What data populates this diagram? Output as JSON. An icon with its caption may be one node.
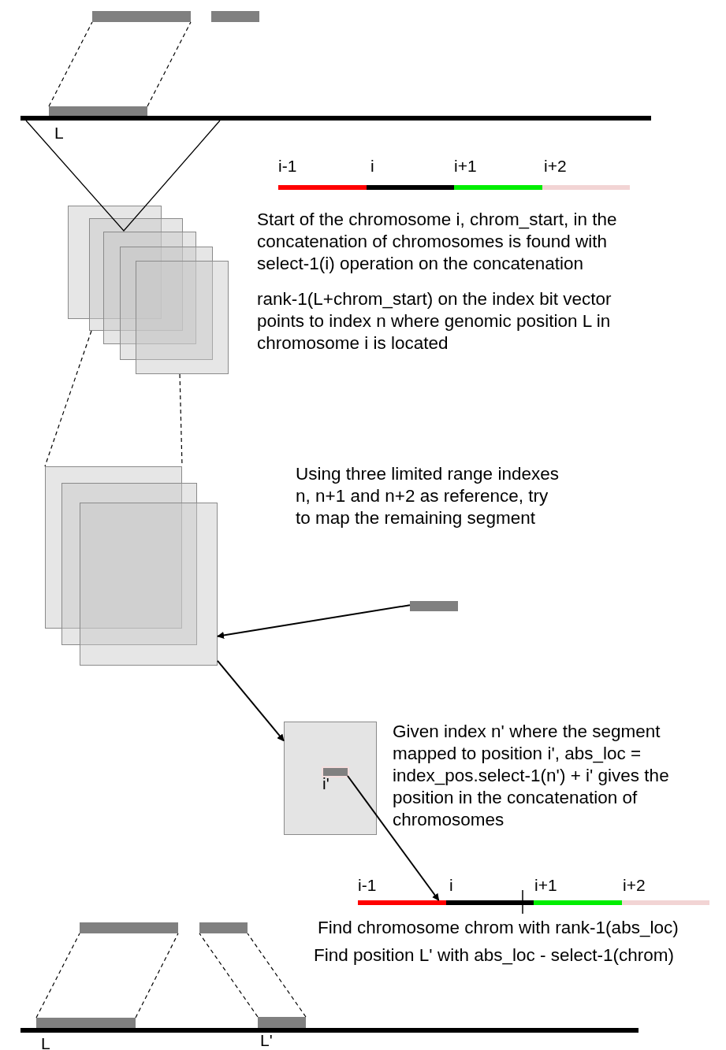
{
  "diagram": {
    "nodes": [
      {
        "text": [],
        "shape": "bar"
      },
      {
        "text": [],
        "shape": "bar"
      },
      {
        "text": [],
        "shape": "bar",
        "beside": [
          "L"
        ]
      },
      {
        "text": [],
        "shape": "bar",
        "beside": [
          "i-1",
          "i",
          "i+1",
          "i+2"
        ]
      },
      {
        "text": [],
        "shape": "box"
      },
      {
        "text": [],
        "shape": "box"
      },
      {
        "text": [],
        "shape": "box"
      },
      {
        "text": [],
        "shape": "box"
      },
      {
        "text": [],
        "shape": "box"
      },
      {
        "text": [],
        "shape": "box"
      },
      {
        "text": [],
        "shape": "box"
      },
      {
        "text": [],
        "shape": "box"
      },
      {
        "text": [],
        "shape": "bar"
      },
      {
        "text": [],
        "shape": "box"
      },
      {
        "text": [],
        "shape": "bar",
        "in": 13,
        "beside": [
          "i'"
        ]
      },
      {
        "text": [],
        "shape": "bar",
        "beside": [
          "i-1",
          "i",
          "i+1",
          "i+2"
        ]
      },
      {
        "text": [],
        "shape": "bar"
      },
      {
        "text": [],
        "shape": "bar"
      },
      {
        "text": [],
        "shape": "bar",
        "beside": [
          "L"
        ]
      },
      {
        "text": [],
        "shape": "bar",
        "beside": [
          "L'"
        ]
      }
    ],
    "edges": [
      {
        "from": 2,
        "to": 0,
        "arrow": "none",
        "style": "dashed"
      },
      {
        "from": 2,
        "to": 0,
        "arrow": "none",
        "style": "dashed"
      },
      {
        "from": 5,
        "to": 9,
        "arrow": "none",
        "style": "dashed"
      },
      {
        "from": 8,
        "to": 9,
        "arrow": "none",
        "style": "dashed"
      },
      {
        "from": 12,
        "to": 11,
        "arrow": "to"
      },
      {
        "from": 11,
        "to": 13,
        "arrow": "to"
      },
      {
        "from": 14,
        "to": 15,
        "arrow": "to"
      },
      {
        "from": 18,
        "to": 16,
        "arrow": "none",
        "style": "dashed"
      },
      {
        "from": 18,
        "to": 16,
        "arrow": "none",
        "style": "dashed"
      },
      {
        "from": 19,
        "to": 17,
        "arrow": "none",
        "style": "dashed"
      },
      {
        "from": 19,
        "to": 17,
        "arrow": "none",
        "style": "dashed"
      }
    ],
    "labels": [
      "Start of the chromosome i, chrom_start, in the concatenation of chromosomes is found with select-1(i) operation on the concatenation",
      "rank-1(L+chrom_start) on the index bit vector points to index n where genomic position L in chromosome i is located",
      "Using three limited range indexes n, n+1 and n+2 as reference, try to map the remaining segment",
      "Given index n' where the segment mapped to position i', abs_loc = index_pos.select-1(n')  + i' gives the position in the concatenation of chromosomes",
      "Find chromosome chrom with rank-1(abs_loc)",
      "Find position L' with abs_loc - select-1(chrom)"
    ]
  }
}
